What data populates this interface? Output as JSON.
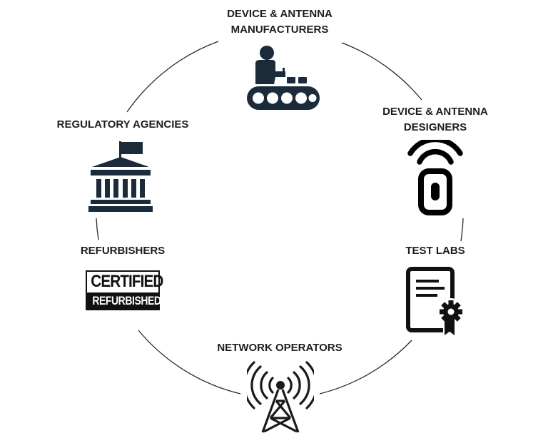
{
  "stakeholders": {
    "manufacturers": {
      "line1": "DEVICE & ANTENNA",
      "line2": "MANUFACTURERS",
      "icon": "conveyor-worker-icon"
    },
    "designers": {
      "line1": "DEVICE & ANTENNA",
      "line2": "DESIGNERS",
      "icon": "wireless-remote-icon"
    },
    "test_labs": {
      "label": "TEST LABS",
      "icon": "certificate-document-icon"
    },
    "network_operators": {
      "label": "NETWORK OPERATORS",
      "icon": "radio-tower-icon"
    },
    "refurbishers": {
      "label": "REFURBISHERS",
      "icon": "certified-refurbished-badge-icon",
      "badge_line1": "CERTIFIED",
      "badge_line2": "REFURBISHED"
    },
    "regulatory": {
      "label": "REGULATORY AGENCIES",
      "icon": "government-building-icon"
    }
  },
  "colors": {
    "icon": "#1b2b3a",
    "text": "#1e1e1e",
    "ring": "#2a2a2a"
  }
}
